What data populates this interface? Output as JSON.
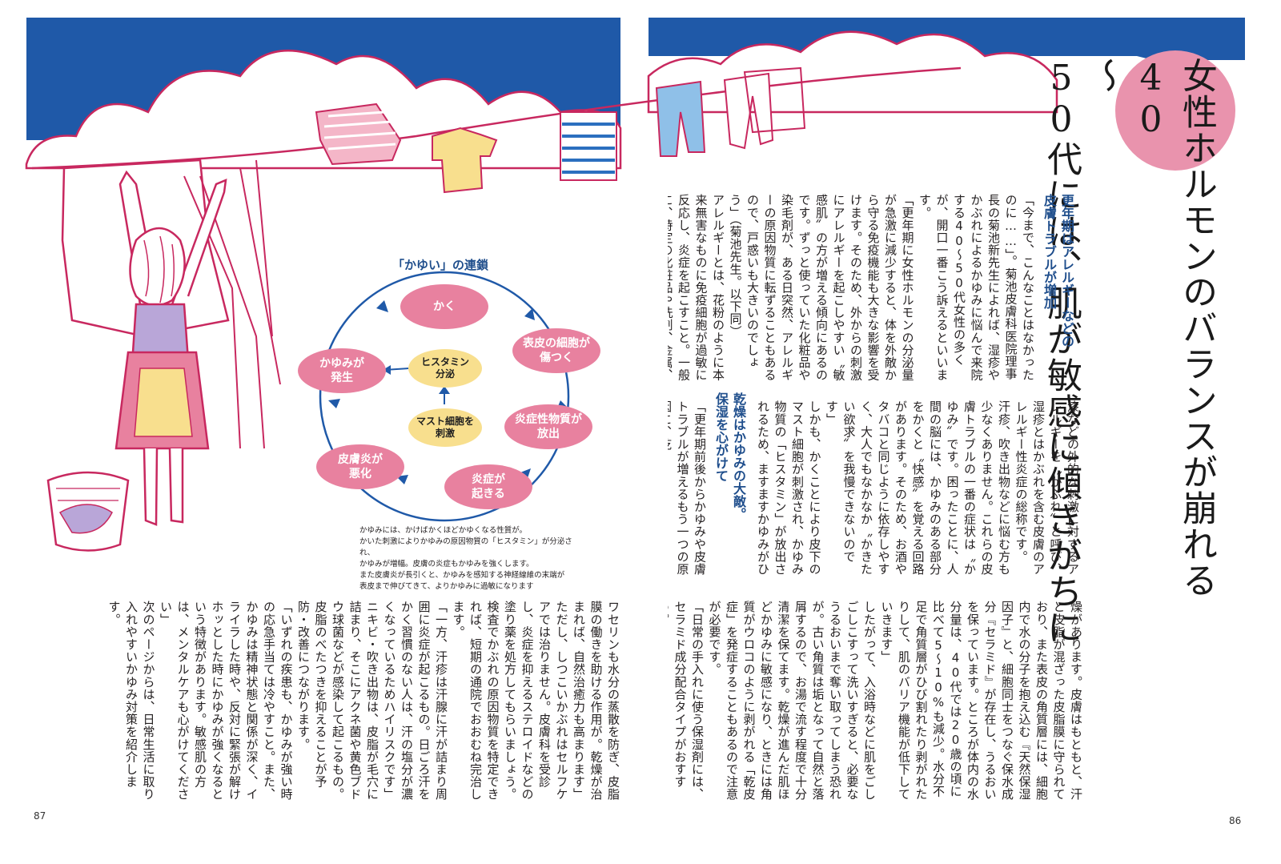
{
  "title": {
    "col1": "40\n〜\n50代には、肌が敏感に傾きがちに",
    "col2": "女性ホルモンのバランスが崩れる"
  },
  "heading1": "更年期はアレルギーなどの\n皮膚トラブルが増加",
  "heading2": "乾燥はかゆみの大敵。\n保湿を心がけて",
  "diagram": {
    "title": "「かゆい」の連鎖",
    "nodes": {
      "kaku": "かく",
      "hyohi": "表皮の細胞が\n傷つく",
      "ensho_busshitsu": "炎症性物質が\n放出",
      "ensho_okiru": "炎症が\n起きる",
      "hifuen": "皮膚炎が\n悪化",
      "kayumi": "かゆみが\n発生",
      "histamine": "ヒスタミン\n分泌",
      "mast": "マスト細胞を\n刺激"
    },
    "caption": "かゆみには、かけばかくほどかゆくなる性質が。\nかいた刺激によりかゆみの原因物質の「ヒスタミン」が分泌され、\nかゆみが増幅。皮膚の炎症もかゆみを強くします。\nまた皮膚炎が長引くと、かゆみを感知する神経線維の末端が\n表皮まで伸びてきて、よりかゆみに過敏になります"
  },
  "text": {
    "left_upper": "「今まで、こんなことはなかったのに……」。菊池皮膚科医院理事長の菊池新先生によれば、湿疹やかぶれによるかゆみに悩んで来院する40〜50代女性の多くが、開口一番こう訴えるといいます。\n「更年期に女性ホルモンの分泌量が急激に減少すると、体を外敵から守る免疫機能も大きな影響を受けます。そのため、外からの刺激にアレルギーを起こしやすい〝敏感肌〟の方が増える傾向にあるのです。ずっと使っていた化粧品や染毛剤が、ある日突然、アレルギーの原因物質に転ずることもあるので、戸惑いも大きいのでしょう」（菊池先生。以下同）\nアレルギーとは、花粉のように本来無害なものに免疫細胞が過敏に反応し、炎症を起こすこと。一般に、特定の化粧品や洗剤、金属、虫の毒、",
    "right_upper": "漆などの外的な刺激に対するアレルギーを〝かぶれ〟と呼び、湿疹とはかぶれを含む皮膚のアレルギー性炎症の総称です。\n汗疹、吹き出物などに悩む方も少なくありません。これらの皮膚トラブルの一番の症状は〝かゆみ〟です。困ったことに、人間の脳には、かゆみのある部分をかくと〝快感〟を覚える回路があります。そのため、お酒やタバコと同じように依存しやすく、大人でもなかなか〝かきたい欲求〟を我慢できないのです」\nしかも、かくことにより皮下のマスト細胞が刺激され、かゆみ物質の「ヒスタミン」が放出されるため、ますますかゆみがひどくなるという悪循環に陥ります。",
    "right_upper_b": "「更年期前後からかゆみや皮膚トラブルが増えるもう一つの原因に、乾",
    "right_lower": "燥があります。皮膚はもともと、汗と皮脂が混ざった皮脂膜に守られており、また表皮の角質層には、細胞内で水の分子を抱え込む『天然保湿因子』と、細胞同士をつなぐ保水成分『セラミド』が存在し、うるおいを保っています。ところが体内の水分量は、40代では20歳の頃に比べて5〜10%も減少。水分不足で角質層がひび割れたり剥がれたりして、肌のバリア機能が低下していきます」\nしたがって、入浴時などに肌をごしごしこすって洗いすぎると、必要なうるおいまで奪い取ってしまう恐れが。古い角質は垢となって自然と落屑するので、お湯で流す程度で十分清潔を保てます。乾燥が進んだ肌ほどかゆみに敏感になり、ときには角質がウロコのように剥がれる「乾皮症」を発症することもあるので注意が必要です。\n「日常の手入れに使う保湿剤には、セラミド成分配合タイプがおすすめ。",
    "left_lower": "ワセリンも水分の蒸散を防ぎ、皮脂膜の働きを助ける作用が。乾燥が治まれば、自然治癒力も高まります」\nただし、しつこいかぶれはセルフケアでは治りません。皮膚科を受診し、炎症を抑えるステロイドなどの塗り薬を処方してもらいましょう。検査でかぶれの原因物質を特定できれば、短期の通院でおおむね完治します。\n「一方、汗疹は汗腺に汗が詰まり周囲に炎症が起こるもの。日ごろ汗をかく習慣のない人は、汗の塩分が濃くなっているためハイリスクです」\nニキビ・吹き出物は、皮脂が毛穴に詰まり、そこにアクネ菌や黄色ブドウ球菌などが感染して起こるもの。皮脂のべたつきを抑えることが予防・改善につながります。\n「いずれの疾患も、かゆみが強い時の応急手当ては冷やすこと。また、かゆみは精神状態と関係が深く、イライラした時や、反対に緊張が解けホッとした時にかゆみが強くなるという特徴があります。敏感肌の方は、メンタルケアも心がけてください」\n次のページからは、日常生活に取り入れやすいかゆみ対策を紹介します。"
  },
  "page_left": "87",
  "page_right": "86",
  "colors": {
    "sky": "#1f59a8",
    "line": "#c8285f",
    "pink": "#e8819f",
    "yellow": "#f8df8e",
    "heading": "#1f4e8c"
  }
}
